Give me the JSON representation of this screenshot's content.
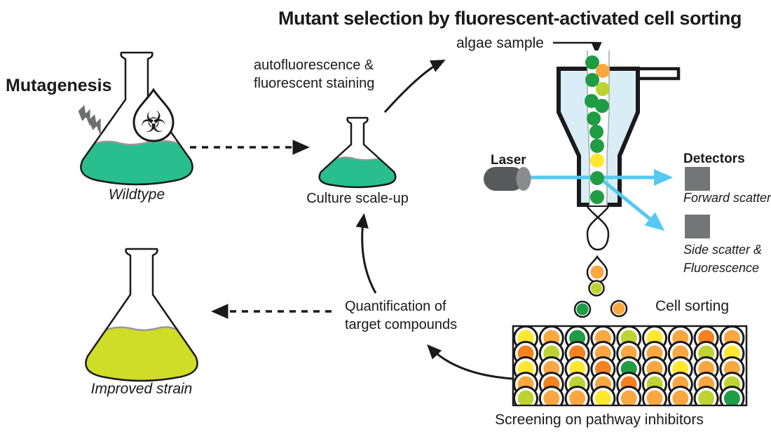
{
  "title": "Mutant selection by fluorescent-activated cell sorting",
  "workflow": {
    "mutagenesis": "Mutagenesis",
    "wildtype": "Wildtype",
    "staining_line1": "autofluorescence &",
    "staining_line2": "fluorescent staining",
    "culture_scale_up": "Culture scale-up",
    "algae_sample": "algae sample",
    "laser": "Laser",
    "detectors": "Detectors",
    "forward_scatter": "Forward scatter",
    "side_scatter_line1": "Side scatter &",
    "side_scatter_line2": "Fluorescence",
    "cell_sorting": "Cell sorting",
    "quantification_line1": "Quantification of",
    "quantification_line2": "target compounds",
    "screening": "Screening on pathway inhibitors",
    "improved_strain": "Improved strain"
  },
  "biohazard_glyph": "☣",
  "colors": {
    "wildtype_culture": "#29be8d",
    "improved_culture": "#cfdc28",
    "sheath_fluid": "#d9edf6",
    "laser_beam": "#55c9f0",
    "laser_body": "#58595b",
    "laser_cap": "#8a8c8e",
    "detector": "#737577",
    "lightning": "#6d6e70",
    "outline": "#1a1a1a",
    "liquid_edge": "#999999",
    "cells": {
      "green": "#1f9c44",
      "orange": "#f9a741",
      "yellow": "#ffe82f",
      "yellow_green": "#bdd331",
      "dark_orange": "#f58220"
    }
  },
  "facs": {
    "channel_cells": [
      "green",
      "orange",
      "green",
      "yellow_green",
      "green",
      "green",
      "green",
      "green",
      "green",
      "yellow",
      "green",
      "green"
    ],
    "falling_cells": [
      "orange",
      "yellow_green"
    ],
    "sorted_cells": [
      "green",
      "orange"
    ]
  },
  "plate": {
    "rows": 5,
    "cols": 9,
    "wells": [
      [
        "yellow",
        "orange",
        "green",
        "orange",
        "yellow_green",
        "yellow",
        "orange",
        "dark_orange",
        "orange"
      ],
      [
        "dark_orange",
        "yellow_green",
        "dark_orange",
        "orange",
        "orange",
        "orange",
        "orange",
        "yellow_green",
        "yellow"
      ],
      [
        "yellow",
        "orange",
        "yellow",
        "dark_orange",
        "green",
        "orange",
        "yellow",
        "orange",
        "orange"
      ],
      [
        "orange",
        "dark_orange",
        "yellow_green",
        "orange",
        "dark_orange",
        "yellow_green",
        "orange",
        "orange",
        "yellow_green"
      ],
      [
        "yellow_green",
        "orange",
        "orange",
        "yellow",
        "orange",
        "orange",
        "orange",
        "yellow_green",
        "green"
      ]
    ]
  }
}
